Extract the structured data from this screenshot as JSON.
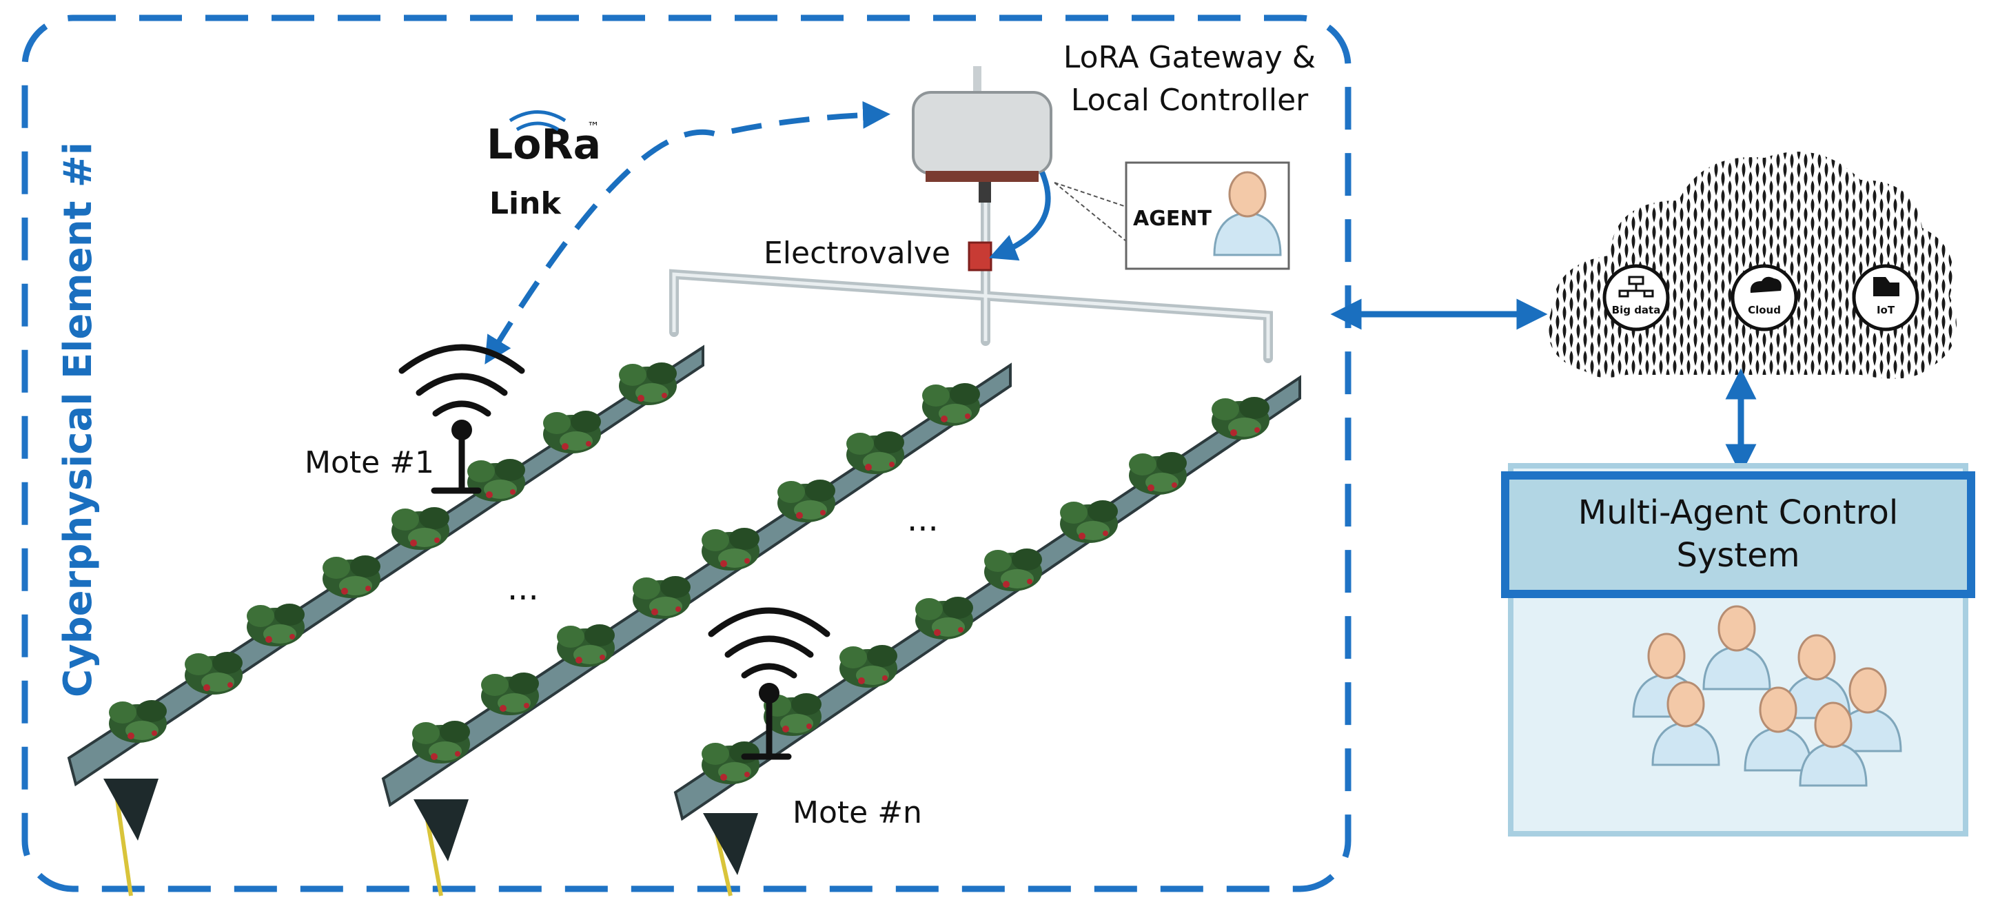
{
  "colors": {
    "accent_blue": "#1a6fbf",
    "frame_blue": "#1f73c5",
    "mas_header": "#b2d6e4",
    "mas_body": "#e3f1f7",
    "plant_green": "#2f5a2e",
    "gutter": "#6f8d92"
  },
  "cyber_element": {
    "title": "Cyberphysical Element #i"
  },
  "gateway": {
    "line1": "LoRA Gateway &",
    "line2": "Local Controller",
    "icon": "gateway-box-icon"
  },
  "lora": {
    "logo": "LoRa",
    "tm": "™",
    "link": "Link"
  },
  "agent": {
    "label": "AGENT",
    "icon": "person-icon"
  },
  "valve": {
    "label": "Electrovalve"
  },
  "motes": {
    "first": "Mote #1",
    "last": "Mote #n",
    "ellipsis": "..."
  },
  "cloud": {
    "items": [
      {
        "label": "Big data",
        "icon": "network-icon"
      },
      {
        "label": "Cloud",
        "icon": "cloud-icon"
      },
      {
        "label": "IoT",
        "icon": "folder-icon"
      }
    ]
  },
  "mas": {
    "line1": "Multi-Agent Control",
    "line2": "System",
    "icon": "group-of-people-icon"
  }
}
